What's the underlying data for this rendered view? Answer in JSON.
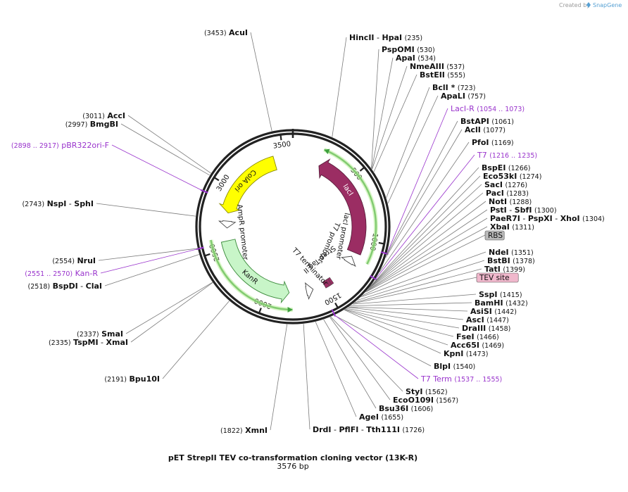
{
  "credit": {
    "text": "Created by",
    "brand": "SnapGene"
  },
  "map": {
    "title": "pET StrepII TEV co-transformation cloning vector (13K-R)",
    "length_text": "3576 bp",
    "length_bp": 3576,
    "ticks": [
      "500",
      "1000",
      "1500",
      "2000",
      "2500",
      "3000",
      "3500"
    ]
  },
  "sites": [
    {
      "pos": "(3453)",
      "names": [
        "AcuI"
      ]
    },
    {
      "pos": "(235)",
      "names": [
        "HincII",
        "HpaI"
      ]
    },
    {
      "pos": "(530)",
      "names": [
        "PspOMI"
      ]
    },
    {
      "pos": "(534)",
      "names": [
        "ApaI"
      ]
    },
    {
      "pos": "(537)",
      "names": [
        "NmeAIII"
      ]
    },
    {
      "pos": "(555)",
      "names": [
        "BstEII"
      ]
    },
    {
      "pos": "(723)",
      "names": [
        "BclI *"
      ]
    },
    {
      "pos": "(757)",
      "names": [
        "ApaLI"
      ]
    },
    {
      "pos": "(1054 .. 1073)",
      "names": [
        "LacI-R"
      ],
      "primer": true
    },
    {
      "pos": "(1061)",
      "names": [
        "BstAPI"
      ]
    },
    {
      "pos": "(1077)",
      "names": [
        "AclI"
      ]
    },
    {
      "pos": "(1169)",
      "names": [
        "PfoI"
      ]
    },
    {
      "pos": "(1216 .. 1235)",
      "names": [
        "T7"
      ],
      "primer": true
    },
    {
      "pos": "(1266)",
      "names": [
        "BspEI"
      ]
    },
    {
      "pos": "(1274)",
      "names": [
        "Eco53kI"
      ]
    },
    {
      "pos": "(1276)",
      "names": [
        "SacI"
      ]
    },
    {
      "pos": "(1283)",
      "names": [
        "PacI"
      ]
    },
    {
      "pos": "(1288)",
      "names": [
        "NotI"
      ]
    },
    {
      "pos": "(1300)",
      "names": [
        "PstI",
        "SbfI"
      ]
    },
    {
      "pos": "(1304)",
      "names": [
        "PaeR7I",
        "PspXI",
        "XhoI"
      ]
    },
    {
      "pos": "(1311)",
      "names": [
        "XbaI"
      ]
    },
    {
      "pos": "(1351)",
      "names": [
        "NdeI"
      ]
    },
    {
      "pos": "(1378)",
      "names": [
        "BstBI"
      ]
    },
    {
      "pos": "(1399)",
      "names": [
        "TatI"
      ]
    },
    {
      "pos": "(1415)",
      "names": [
        "SspI"
      ]
    },
    {
      "pos": "(1432)",
      "names": [
        "BamHI"
      ]
    },
    {
      "pos": "(1442)",
      "names": [
        "AsiSI"
      ]
    },
    {
      "pos": "(1447)",
      "names": [
        "AscI"
      ]
    },
    {
      "pos": "(1458)",
      "names": [
        "DraIII"
      ]
    },
    {
      "pos": "(1466)",
      "names": [
        "FseI"
      ]
    },
    {
      "pos": "(1469)",
      "names": [
        "Acc65I"
      ]
    },
    {
      "pos": "(1473)",
      "names": [
        "KpnI"
      ]
    },
    {
      "pos": "(1540)",
      "names": [
        "BlpI"
      ]
    },
    {
      "pos": "(1537 .. 1555)",
      "names": [
        "T7 Term"
      ],
      "primer": true
    },
    {
      "pos": "(1562)",
      "names": [
        "StyI"
      ]
    },
    {
      "pos": "(1567)",
      "names": [
        "EcoO109I"
      ]
    },
    {
      "pos": "(1606)",
      "names": [
        "Bsu36I"
      ]
    },
    {
      "pos": "(1655)",
      "names": [
        "AgeI"
      ]
    },
    {
      "pos": "(1726)",
      "names": [
        "DrdI",
        "PflFI",
        "Tth111I"
      ]
    },
    {
      "pos": "(1822)",
      "names": [
        "XmnI"
      ]
    },
    {
      "pos": "(2191)",
      "names": [
        "Bpu10I"
      ]
    },
    {
      "pos": "(2335)",
      "names": [
        "TspMI",
        "XmaI"
      ]
    },
    {
      "pos": "(2337)",
      "names": [
        "SmaI"
      ]
    },
    {
      "pos": "(2518)",
      "names": [
        "BspDI",
        "ClaI"
      ]
    },
    {
      "pos": "(2551 .. 2570)",
      "names": [
        "Kan-R"
      ],
      "primer": true
    },
    {
      "pos": "(2554)",
      "names": [
        "NruI"
      ]
    },
    {
      "pos": "(2743)",
      "names": [
        "NspI",
        "SphI"
      ]
    },
    {
      "pos": "(2898 .. 2917)",
      "names": [
        "pBR322ori-F"
      ],
      "primer": true
    },
    {
      "pos": "(2997)",
      "names": [
        "BmgBI"
      ]
    },
    {
      "pos": "(3011)",
      "names": [
        "AccI"
      ]
    }
  ],
  "boxed_labels": [
    {
      "text": "RBS",
      "color": "#b8b8b8"
    },
    {
      "text": "TEV site",
      "color": "#f0b8cc"
    }
  ],
  "features": [
    {
      "name": "lacI",
      "color": "#9b2d63"
    },
    {
      "name": "lacI promoter",
      "color": "#ffffff"
    },
    {
      "name": "T7 promoter",
      "color": "#ffffff"
    },
    {
      "name": "Strep-Tag II",
      "color": "#9b2d63"
    },
    {
      "name": "T7 terminator",
      "color": "#ffffff"
    },
    {
      "name": "KanR",
      "color": "#c8f5c8"
    },
    {
      "name": "AmpR promoter",
      "color": "#ffffff"
    },
    {
      "name": "ColA ori",
      "color": "#ffff00"
    }
  ]
}
